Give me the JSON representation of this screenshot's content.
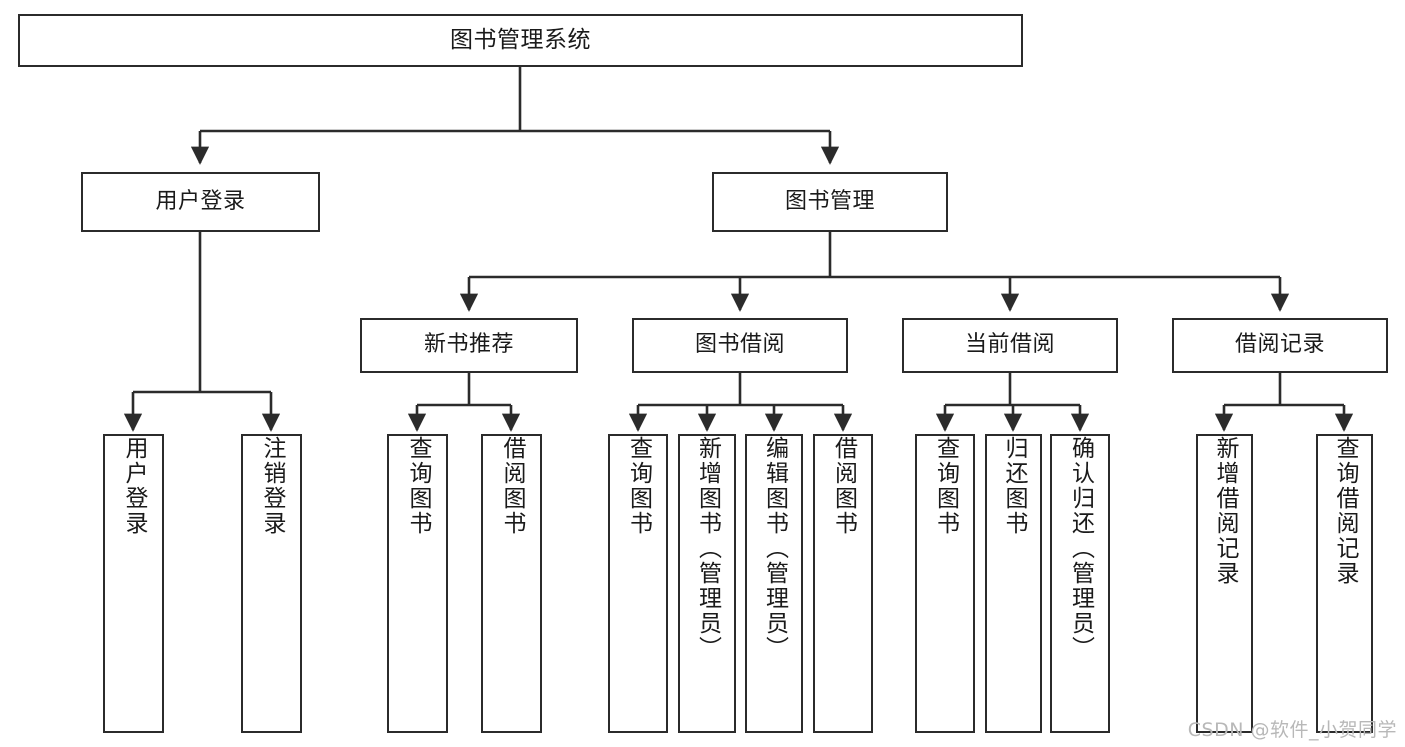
{
  "diagram": {
    "title": "图书管理系统",
    "watermark": "CSDN @软件_小贺同学",
    "line_color": "#2b2b2b",
    "box_fill": "#ffffff",
    "text_color": "#1a1a1a",
    "watermark_color": "#b8b8b8"
  },
  "nodes": {
    "root": {
      "label": "图书管理系统"
    },
    "level2": [
      {
        "label": "用户登录"
      },
      {
        "label": "图书管理"
      }
    ],
    "level3": [
      {
        "label": "新书推荐"
      },
      {
        "label": "图书借阅"
      },
      {
        "label": "当前借阅"
      },
      {
        "label": "借阅记录"
      }
    ],
    "leaves": {
      "user_login": [
        {
          "label": "用户登录"
        },
        {
          "label": "注销登录"
        }
      ],
      "new_book_recommend": [
        {
          "label": "查询图书"
        },
        {
          "label": "借阅图书"
        }
      ],
      "book_borrow": [
        {
          "label": "查询图书"
        },
        {
          "label": "新增图书（管理员）"
        },
        {
          "label": "编辑图书（管理员）"
        },
        {
          "label": "借阅图书"
        }
      ],
      "current_borrow": [
        {
          "label": "查询图书"
        },
        {
          "label": "归还图书"
        },
        {
          "label": "确认归还（管理员）"
        }
      ],
      "borrow_record": [
        {
          "label": "新增借阅记录"
        },
        {
          "label": "查询借阅记录"
        }
      ]
    }
  },
  "chart_data": {
    "type": "diagram",
    "subtype": "tree-hierarchy",
    "title": "图书管理系统",
    "orientation": "top-down",
    "tree": {
      "name": "图书管理系统",
      "children": [
        {
          "name": "用户登录",
          "children": [
            {
              "name": "用户登录"
            },
            {
              "name": "注销登录"
            }
          ]
        },
        {
          "name": "图书管理",
          "children": [
            {
              "name": "新书推荐",
              "children": [
                {
                  "name": "查询图书"
                },
                {
                  "name": "借阅图书"
                }
              ]
            },
            {
              "name": "图书借阅",
              "children": [
                {
                  "name": "查询图书"
                },
                {
                  "name": "新增图书（管理员）"
                },
                {
                  "name": "编辑图书（管理员）"
                },
                {
                  "name": "借阅图书"
                }
              ]
            },
            {
              "name": "当前借阅",
              "children": [
                {
                  "name": "查询图书"
                },
                {
                  "name": "归还图书"
                },
                {
                  "name": "确认归还（管理员）"
                }
              ]
            },
            {
              "name": "借阅记录",
              "children": [
                {
                  "name": "新增借阅记录"
                },
                {
                  "name": "查询借阅记录"
                }
              ]
            }
          ]
        }
      ]
    }
  }
}
